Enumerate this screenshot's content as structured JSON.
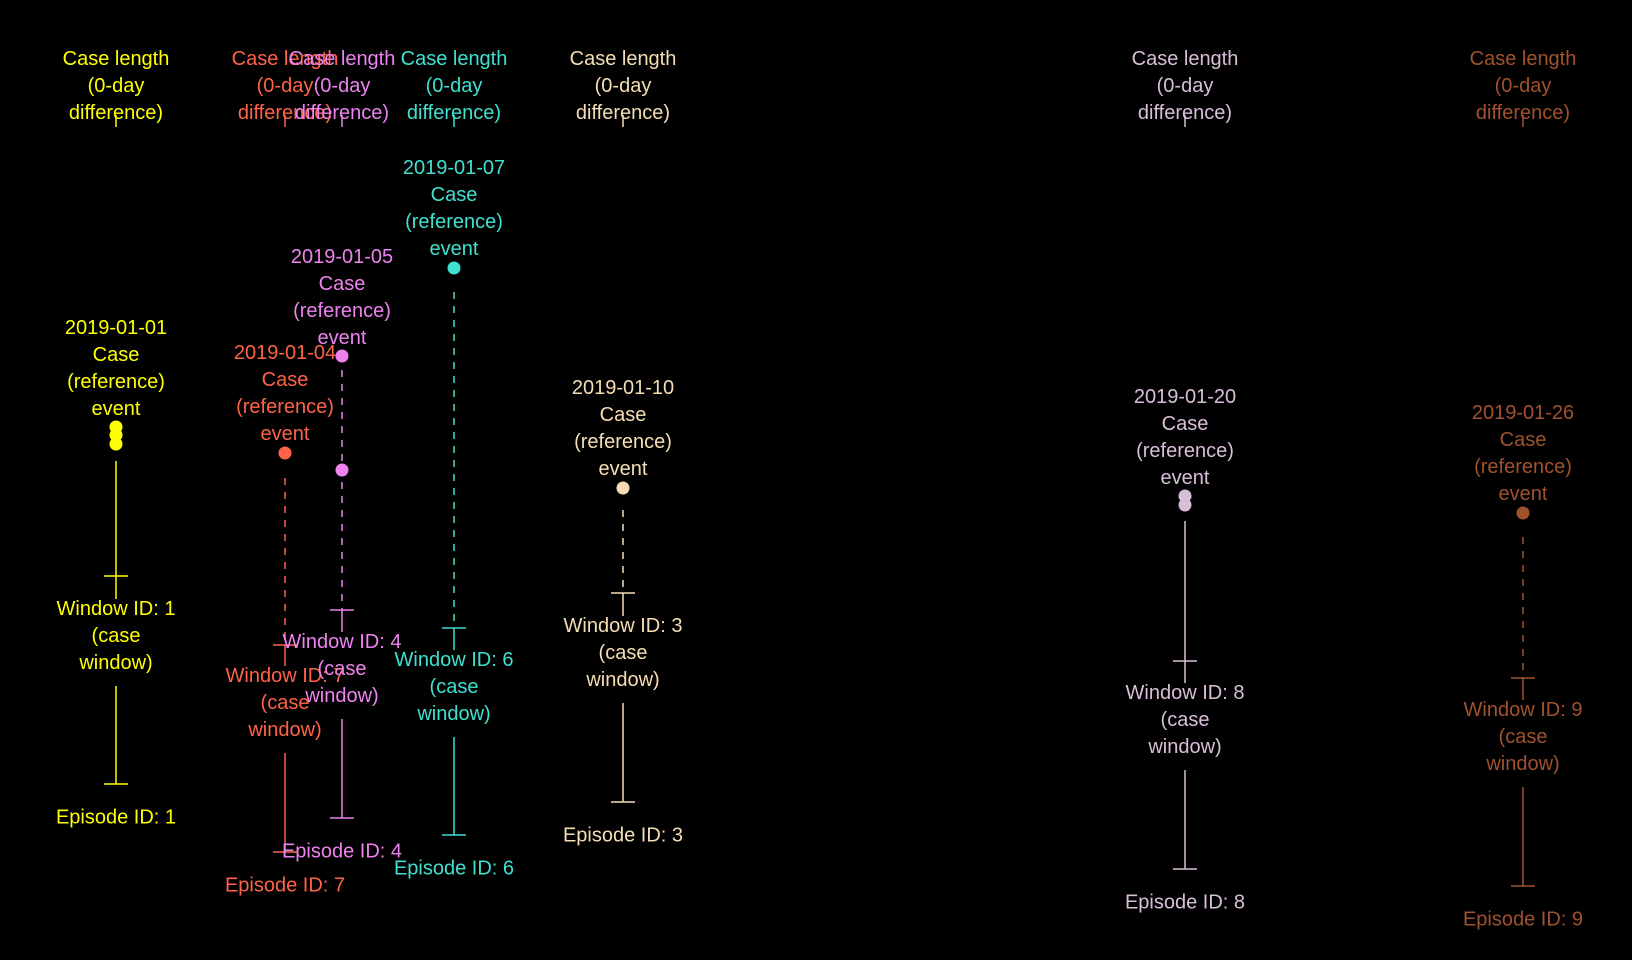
{
  "background": "#000000",
  "case_length_label": [
    "Case length",
    "(0-day",
    "difference)"
  ],
  "episodes": [
    {
      "color": "#FFFF00",
      "case_length_label": [
        "Case length",
        "(0-day",
        "difference)"
      ],
      "event_label": [
        "2019-01-01",
        "Case",
        "(reference)",
        "event"
      ],
      "window_label": [
        "Window ID: 1",
        "(case",
        "window)"
      ],
      "episode_label": "Episode ID: 1",
      "window_line": "solid",
      "event_dot_count": 3
    },
    {
      "color": "#FF6347",
      "case_length_label": [
        "Case length",
        "(0-day",
        "difference)"
      ],
      "event_label": [
        "2019-01-04",
        "Case",
        "(reference)",
        "event"
      ],
      "window_label": [
        "Window ID: 7",
        "(case",
        "window)"
      ],
      "episode_label": "Episode ID: 7",
      "window_line": "dashed",
      "event_dot_count": 1
    },
    {
      "color": "#EE82EE",
      "case_length_label": [
        "Case length",
        "(0-day",
        "difference)"
      ],
      "event_label": [
        "2019-01-05",
        "Case",
        "(reference)",
        "event"
      ],
      "window_label": [
        "Window ID: 4",
        "(case",
        "window)"
      ],
      "episode_label": "Episode ID: 4",
      "window_line": "dashed",
      "event_dot_count": 2
    },
    {
      "color": "#40E0D0",
      "case_length_label": [
        "Case length",
        "(0-day",
        "difference)"
      ],
      "event_label": [
        "2019-01-07",
        "Case",
        "(reference)",
        "event"
      ],
      "window_label": [
        "Window ID: 6",
        "(case",
        "window)"
      ],
      "episode_label": "Episode ID: 6",
      "window_line": "dashed",
      "event_dot_count": 1
    },
    {
      "color": "#F5DEB3",
      "case_length_label": [
        "Case length",
        "(0-day",
        "difference)"
      ],
      "event_label": [
        "2019-01-10",
        "Case",
        "(reference)",
        "event"
      ],
      "window_label": [
        "Window ID: 3",
        "(case",
        "window)"
      ],
      "episode_label": "Episode ID: 3",
      "window_line": "dashed",
      "event_dot_count": 1
    },
    {
      "color": "#D8BFD8",
      "case_length_label": [
        "Case length",
        "(0-day",
        "difference)"
      ],
      "event_label": [
        "2019-01-20",
        "Case",
        "(reference)",
        "event"
      ],
      "window_label": [
        "Window ID: 8",
        "(case",
        "window)"
      ],
      "episode_label": "Episode ID: 8",
      "window_line": "solid",
      "event_dot_count": 2
    },
    {
      "color": "#A0522D",
      "case_length_label": [
        "Case length",
        "(0-day",
        "difference)"
      ],
      "event_label": [
        "2019-01-26",
        "Case",
        "(reference)",
        "event"
      ],
      "window_label": [
        "Window ID: 9",
        "(case",
        "window)"
      ],
      "episode_label": "Episode ID: 9",
      "window_line": "dashed",
      "event_dot_count": 1
    }
  ]
}
